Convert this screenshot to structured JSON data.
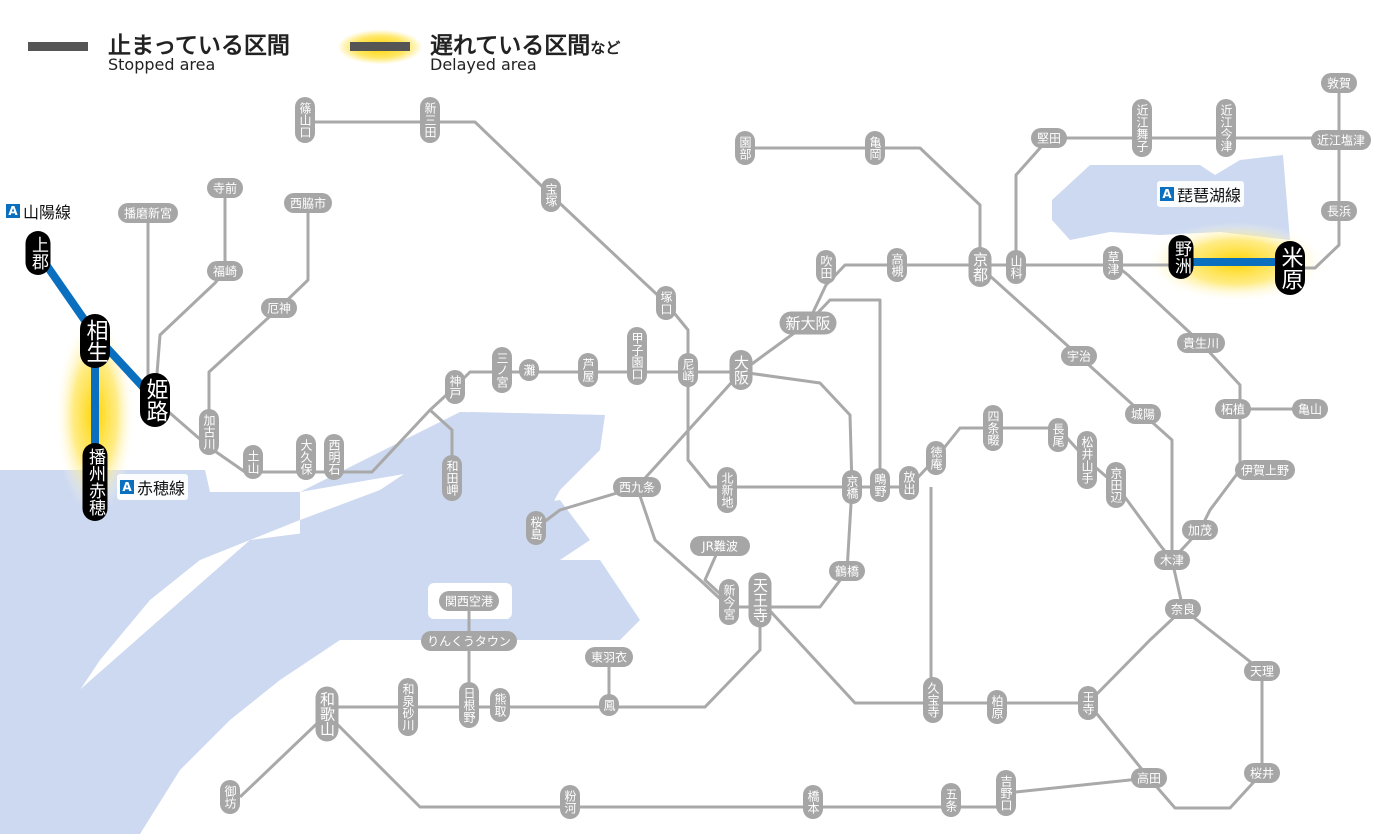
{
  "legend": {
    "stopped": {
      "label": "止まっている区間",
      "label_en": "Stopped area",
      "color": "#555555"
    },
    "delayed": {
      "label": "遅れている区間",
      "suffix": "など",
      "label_en": "Delayed area",
      "color": "#555555",
      "glow": "#ffd400"
    }
  },
  "lines": [
    {
      "id": "sanyo",
      "badge": "A",
      "name": "山陽線"
    },
    {
      "id": "ako",
      "badge": "A",
      "name": "赤穂線"
    },
    {
      "id": "biwako",
      "badge": "A",
      "name": "琵琶湖線"
    }
  ],
  "colors": {
    "line_gray": "#a9a9a9",
    "affected_line": "#0a6fbf",
    "sea": "#cdd9f0",
    "station_pill": "#a6a6a6",
    "affected_station": "#000000"
  },
  "stations": [
    {
      "id": "sasayamaguchi",
      "name": "篠山口"
    },
    {
      "id": "shinsanda",
      "name": "新三田"
    },
    {
      "id": "takarazuka",
      "name": "宝塚"
    },
    {
      "id": "tsukaguchi",
      "name": "塚口"
    },
    {
      "id": "amagasaki",
      "name": "尼崎"
    },
    {
      "id": "koshienguchi",
      "name": "甲子園口"
    },
    {
      "id": "ashiya",
      "name": "芦屋"
    },
    {
      "id": "nada",
      "name": "灘"
    },
    {
      "id": "sannomiya",
      "name": "三ノ宮"
    },
    {
      "id": "kobe",
      "name": "神戸"
    },
    {
      "id": "wadamisaki",
      "name": "和田岬"
    },
    {
      "id": "nishiakashi",
      "name": "西明石"
    },
    {
      "id": "okubo",
      "name": "大久保"
    },
    {
      "id": "dobo",
      "name": "土山"
    },
    {
      "id": "kakogawa",
      "name": "加古川"
    },
    {
      "id": "yakujin",
      "name": "厄神"
    },
    {
      "id": "nishiwakishi",
      "name": "西脇市"
    },
    {
      "id": "teramae",
      "name": "寺前"
    },
    {
      "id": "fukusaki",
      "name": "福崎"
    },
    {
      "id": "harimashingu",
      "name": "播磨新宮"
    },
    {
      "id": "sonobe",
      "name": "園部"
    },
    {
      "id": "kameoka",
      "name": "亀岡"
    },
    {
      "id": "suita",
      "name": "吹田"
    },
    {
      "id": "takatsuki",
      "name": "高槻"
    },
    {
      "id": "kyoto",
      "name": "京都"
    },
    {
      "id": "yamashina",
      "name": "山科"
    },
    {
      "id": "shinosaka",
      "name": "新大阪"
    },
    {
      "id": "osaka",
      "name": "大阪"
    },
    {
      "id": "nishikujo",
      "name": "西九条"
    },
    {
      "id": "sakurajima",
      "name": "桜島"
    },
    {
      "id": "kitashinchi",
      "name": "北新地"
    },
    {
      "id": "kyobashi",
      "name": "京橋"
    },
    {
      "id": "shigino",
      "name": "鴫野"
    },
    {
      "id": "hanaten",
      "name": "放出"
    },
    {
      "id": "tokuan",
      "name": "徳庵"
    },
    {
      "id": "shijonawate",
      "name": "四条畷"
    },
    {
      "id": "nagao",
      "name": "長尾"
    },
    {
      "id": "matsuiyamate",
      "name": "松井山手"
    },
    {
      "id": "kyotanabe",
      "name": "京田辺"
    },
    {
      "id": "kizu",
      "name": "木津"
    },
    {
      "id": "nara",
      "name": "奈良"
    },
    {
      "id": "uji",
      "name": "宇治"
    },
    {
      "id": "joyo",
      "name": "城陽"
    },
    {
      "id": "katata",
      "name": "堅田"
    },
    {
      "id": "omimaiko",
      "name": "近江舞子"
    },
    {
      "id": "omiimazu",
      "name": "近江今津"
    },
    {
      "id": "omishiotsu",
      "name": "近江塩津"
    },
    {
      "id": "tsuruga",
      "name": "敦賀"
    },
    {
      "id": "nagahama",
      "name": "長浜"
    },
    {
      "id": "kusatsu",
      "name": "草津"
    },
    {
      "id": "kibukawa",
      "name": "貴生川"
    },
    {
      "id": "tsuge",
      "name": "柘植"
    },
    {
      "id": "kameyama",
      "name": "亀山"
    },
    {
      "id": "igaueno",
      "name": "伊賀上野"
    },
    {
      "id": "kamo",
      "name": "加茂"
    },
    {
      "id": "tenri",
      "name": "天理"
    },
    {
      "id": "sakurai",
      "name": "桜井"
    },
    {
      "id": "takada",
      "name": "高田"
    },
    {
      "id": "oji",
      "name": "王寺"
    },
    {
      "id": "kashiwara",
      "name": "柏原"
    },
    {
      "id": "kyuhoji",
      "name": "久宝寺"
    },
    {
      "id": "tsuruhashi",
      "name": "鶴橋"
    },
    {
      "id": "tennoji",
      "name": "天王寺"
    },
    {
      "id": "shinimamiya",
      "name": "新今宮"
    },
    {
      "id": "jrnamba",
      "name": "JR難波"
    },
    {
      "id": "kanku",
      "name": "関西空港"
    },
    {
      "id": "rinku",
      "name": "りんくうタウン"
    },
    {
      "id": "hineno",
      "name": "日根野"
    },
    {
      "id": "kumatori",
      "name": "熊取"
    },
    {
      "id": "izumisunagawa",
      "name": "和泉砂川"
    },
    {
      "id": "higashihagoromo",
      "name": "東羽衣"
    },
    {
      "id": "otori",
      "name": "鳳"
    },
    {
      "id": "wakayama",
      "name": "和歌山"
    },
    {
      "id": "gobo",
      "name": "御坊"
    },
    {
      "id": "kokawa",
      "name": "粉河"
    },
    {
      "id": "hashimoto",
      "name": "橋本"
    },
    {
      "id": "gojo",
      "name": "五条"
    },
    {
      "id": "yoshinoguchi",
      "name": "吉野口"
    }
  ],
  "affected_stations": [
    {
      "id": "kamigori",
      "name": "上郡",
      "status": "stopped"
    },
    {
      "id": "aioi",
      "name": "相生",
      "status": "stopped"
    },
    {
      "id": "himeji",
      "name": "姫路",
      "status": "stopped"
    },
    {
      "id": "banshuako",
      "name": "播州赤穂",
      "status": "delayed"
    },
    {
      "id": "yasu",
      "name": "野洲",
      "status": "delayed"
    },
    {
      "id": "maibara",
      "name": "米原",
      "status": "delayed"
    }
  ]
}
